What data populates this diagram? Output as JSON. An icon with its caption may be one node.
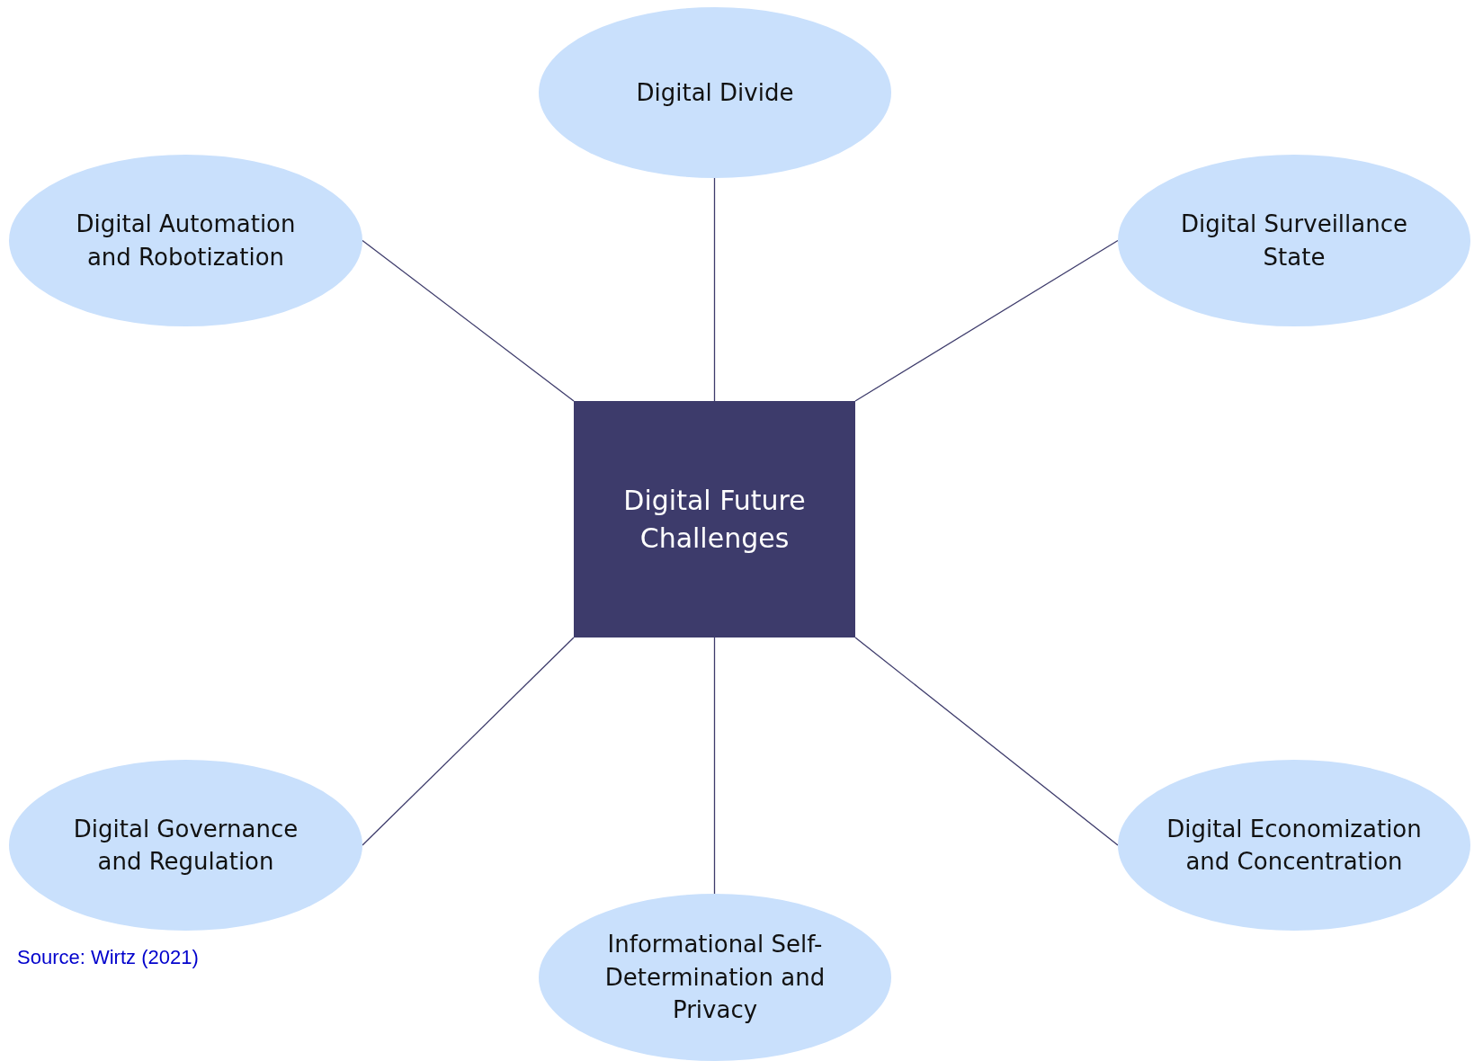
{
  "diagram": {
    "nodes": [
      {
        "text": [
          "Digital Divide"
        ]
      },
      {
        "text": [
          "Digital Automation and Robotization"
        ]
      },
      {
        "text": [
          "Digital Surveillance State"
        ]
      },
      {
        "text": [
          "Digital Future Challenges"
        ]
      },
      {
        "text": [
          "Digital Governance and Regulation"
        ]
      },
      {
        "text": [
          "Digital Economization and Concentration"
        ]
      },
      {
        "text": [
          "Informational Self-Determination and Privacy"
        ]
      }
    ],
    "edges": [
      {
        "from": 3,
        "to": 0,
        "arrow": "none"
      },
      {
        "from": 3,
        "to": 1,
        "arrow": "none"
      },
      {
        "from": 3,
        "to": 2,
        "arrow": "none"
      },
      {
        "from": 3,
        "to": 4,
        "arrow": "none"
      },
      {
        "from": 3,
        "to": 5,
        "arrow": "none"
      },
      {
        "from": 3,
        "to": 6,
        "arrow": "none"
      }
    ],
    "labels": [
      "Source: Wirtz (2021)"
    ]
  }
}
